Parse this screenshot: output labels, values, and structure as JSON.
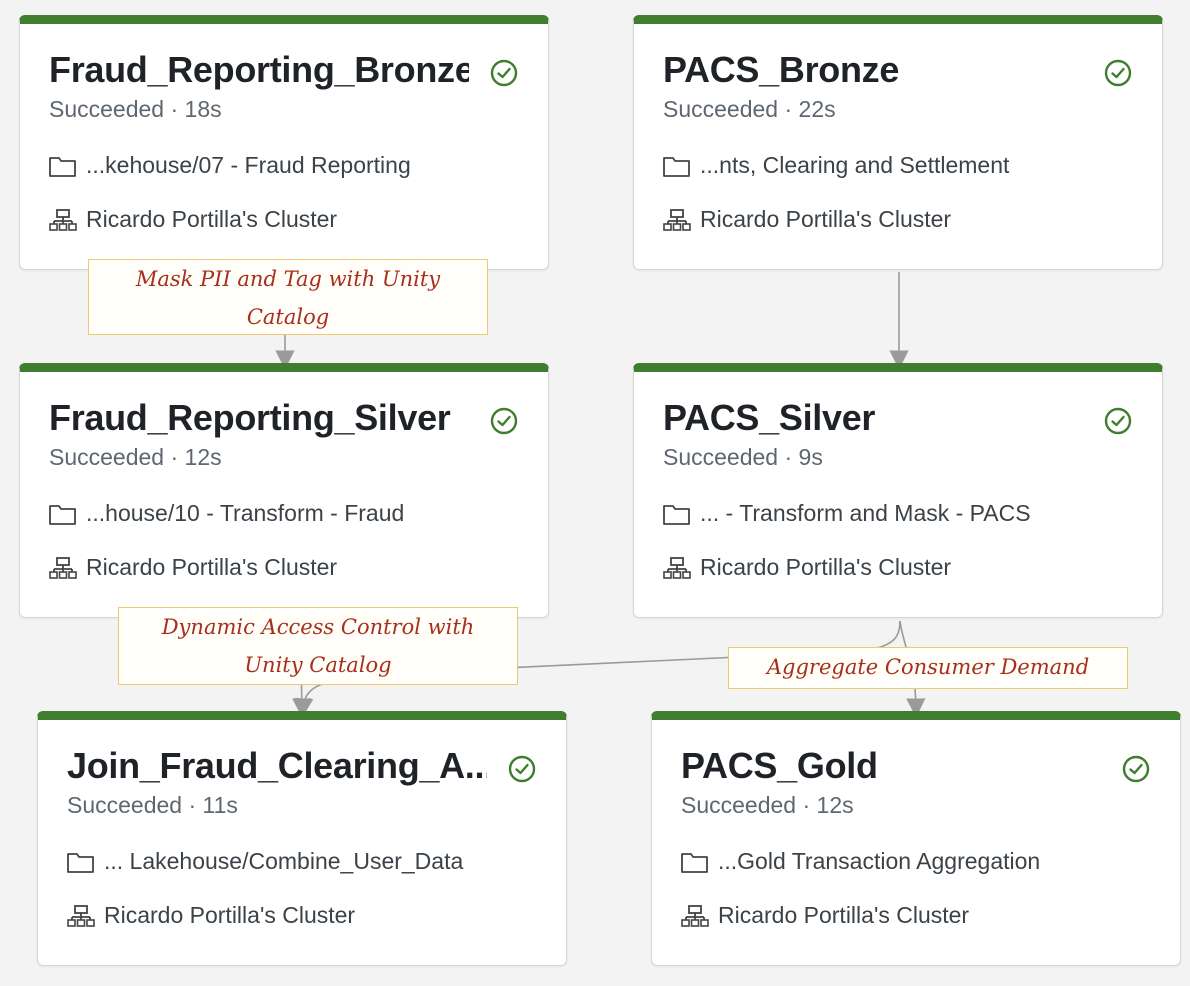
{
  "tasks": [
    {
      "title": "Fraud_Reporting_Bronze",
      "status": "Succeeded · 18s",
      "path": "...kehouse/07 - Fraud Reporting",
      "cluster": "Ricardo Portilla's Cluster"
    },
    {
      "title": "PACS_Bronze",
      "status": "Succeeded · 22s",
      "path": "...nts, Clearing and Settlement",
      "cluster": "Ricardo Portilla's Cluster"
    },
    {
      "title": "Fraud_Reporting_Silver",
      "status": "Succeeded · 12s",
      "path": "...house/10 - Transform - Fraud",
      "cluster": "Ricardo Portilla's Cluster"
    },
    {
      "title": "PACS_Silver",
      "status": "Succeeded · 9s",
      "path": "... - Transform and Mask - PACS",
      "cluster": "Ricardo Portilla's Cluster"
    },
    {
      "title": "Join_Fraud_Clearing_A...",
      "status": "Succeeded · 11s",
      "path": "... Lakehouse/Combine_User_Data",
      "cluster": "Ricardo Portilla's Cluster"
    },
    {
      "title": "PACS_Gold",
      "status": "Succeeded · 12s",
      "path": "...Gold Transaction Aggregation",
      "cluster": "Ricardo Portilla's Cluster"
    }
  ],
  "annotations": {
    "mask_pii_line1": "Mask PII and Tag with Unity",
    "mask_pii_line2": "Catalog",
    "dynamic_access_line1": "Dynamic Access Control with",
    "dynamic_access_line2": "Unity Catalog",
    "aggregate": "Aggregate Consumer Demand"
  },
  "icons": {
    "status": "check-circle-icon",
    "path": "folder-icon",
    "cluster": "cluster-icon"
  },
  "colors": {
    "success": "#3f7d2f",
    "annotation_text": "#a72f1c",
    "annotation_border": "#f0c872",
    "edge": "#9a9a9a"
  }
}
